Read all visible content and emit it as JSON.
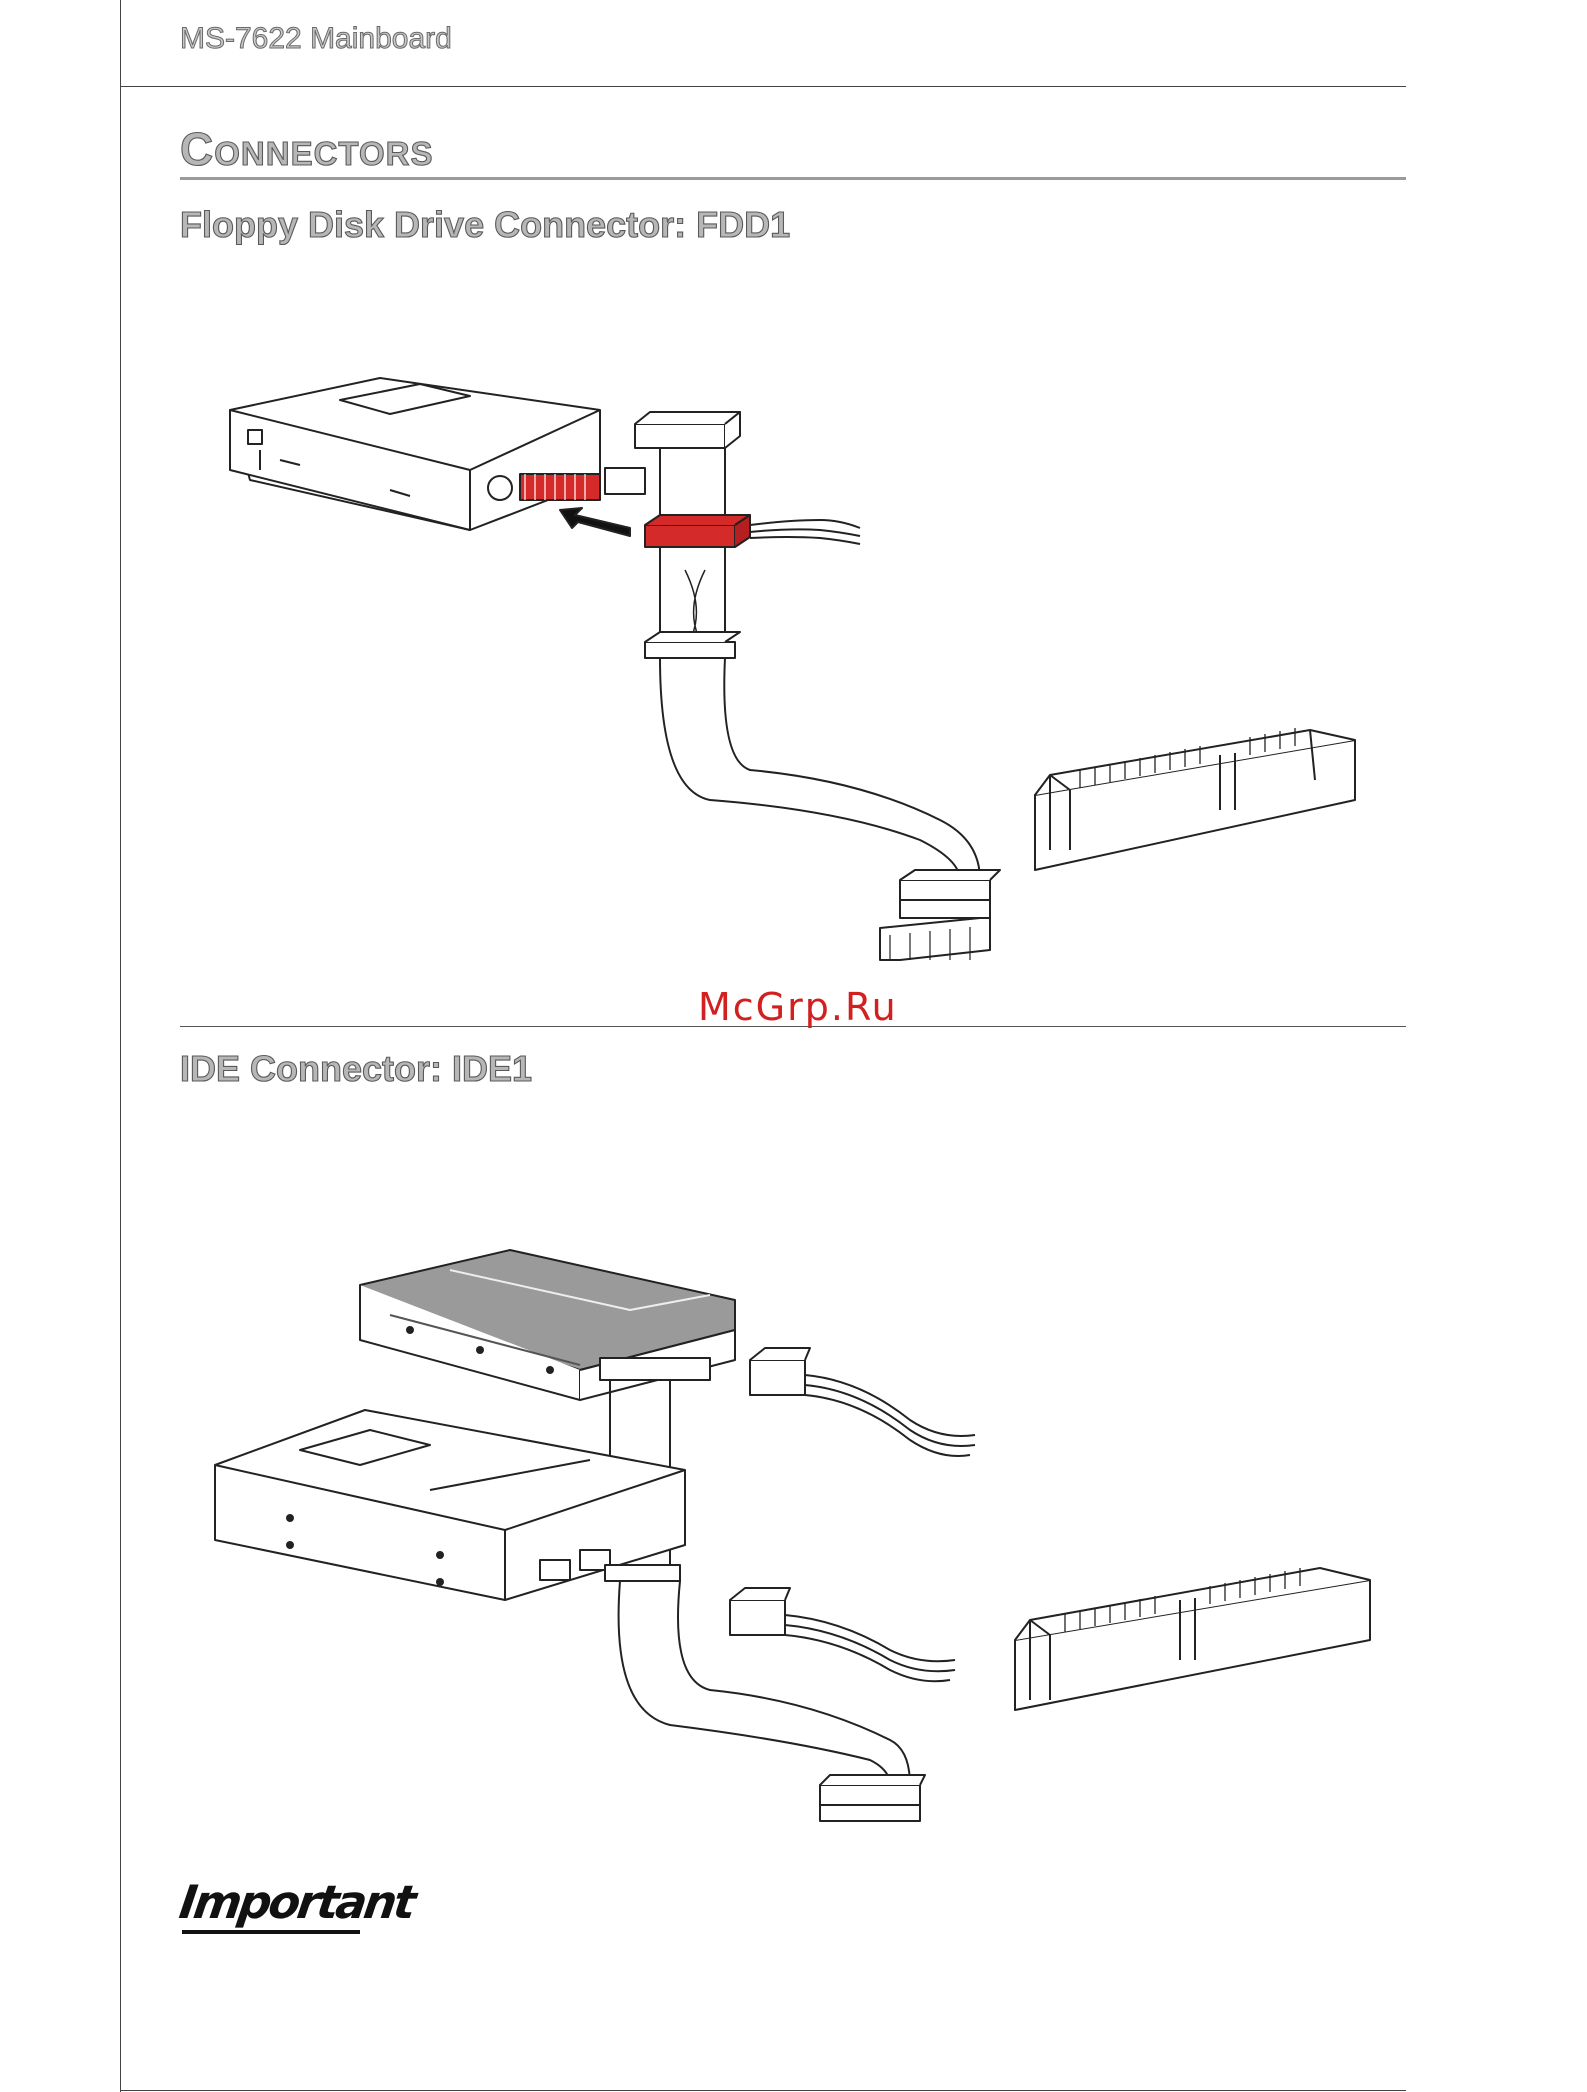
{
  "header": {
    "title": "MS-7622 Mainboard"
  },
  "section": {
    "title_first": "C",
    "title_rest": "ONNECTORS"
  },
  "fdd": {
    "title": "Floppy Disk Drive Connector: FDD1"
  },
  "ide": {
    "title": "IDE Connector: IDE1"
  },
  "watermark": {
    "text": "McGrp.Ru"
  },
  "notice": {
    "label": "Important"
  },
  "colors": {
    "accent_red": "#d42a2a",
    "line": "#222222",
    "heading_gray": "#9a9a9a"
  }
}
